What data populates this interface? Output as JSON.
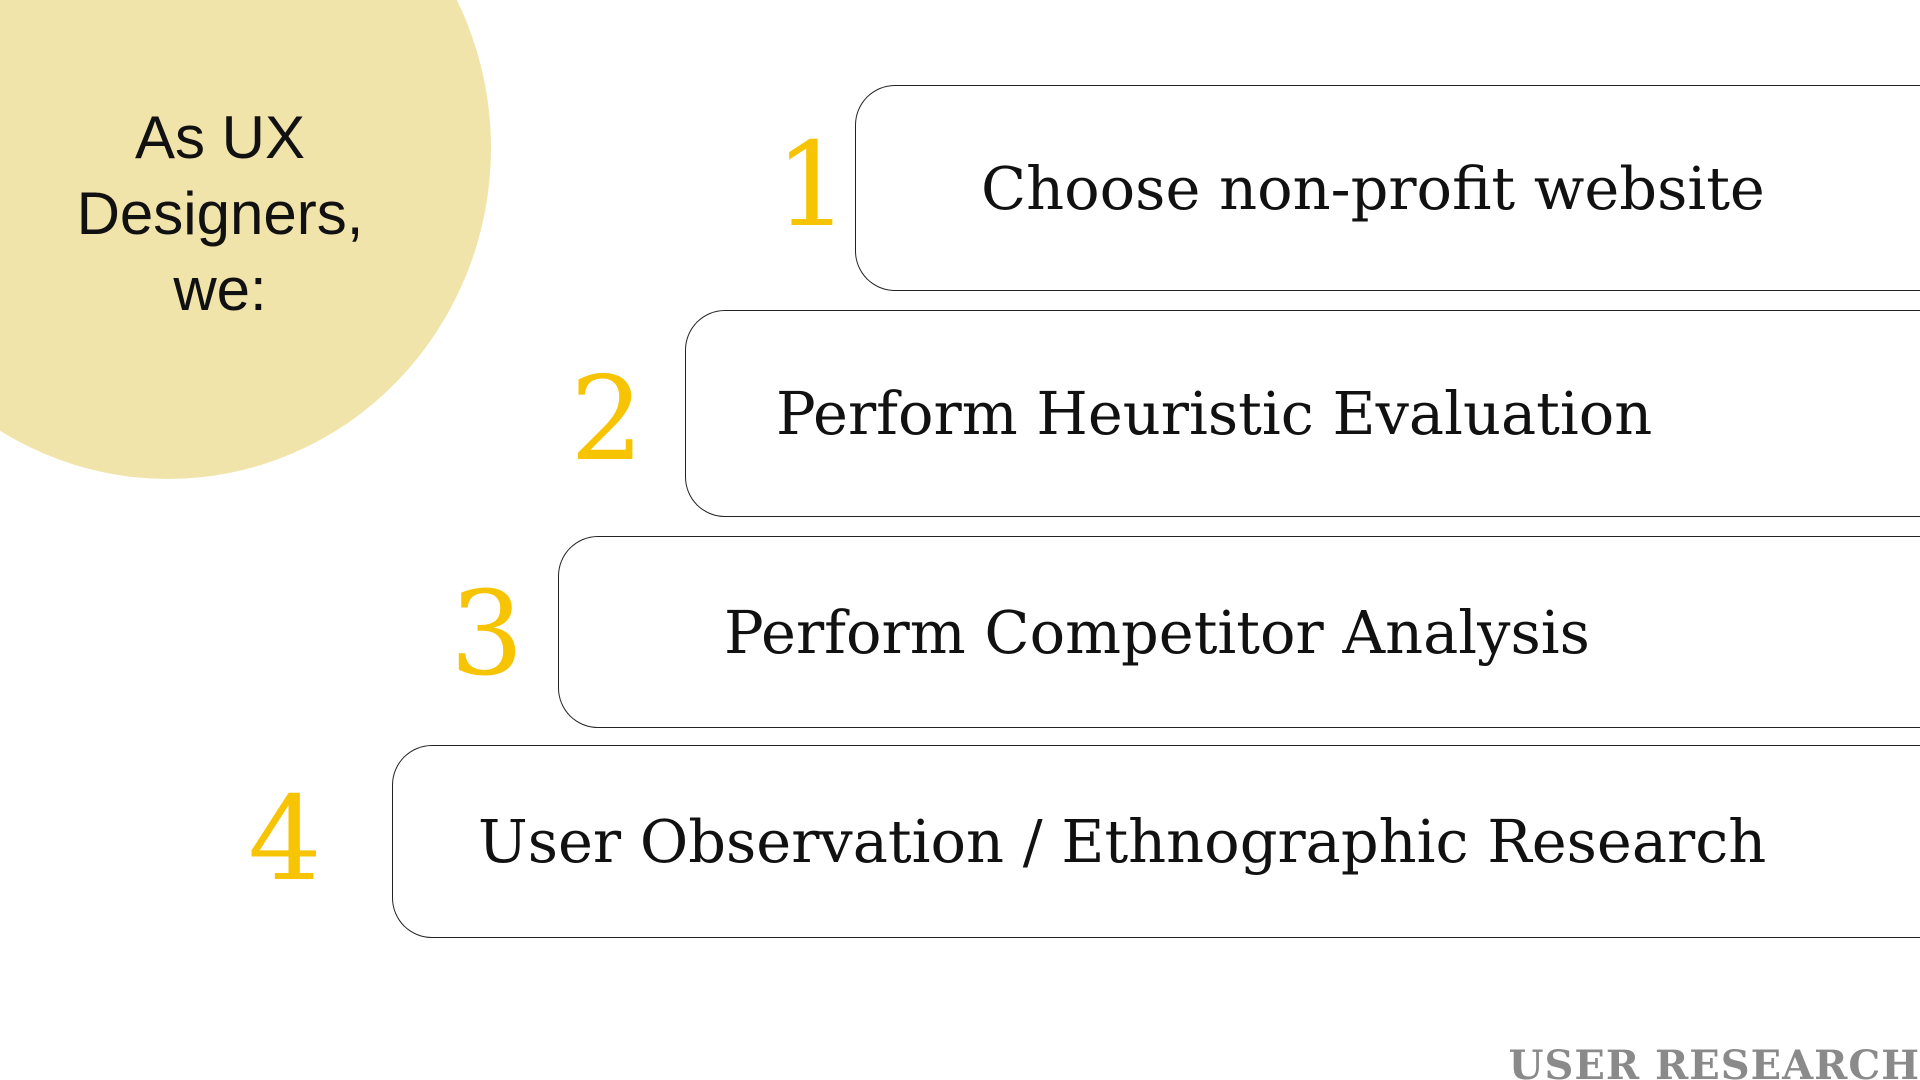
{
  "intro": {
    "lines": [
      "As UX",
      "Designers,",
      "we:"
    ]
  },
  "steps": [
    {
      "number": "1",
      "label": "Choose non-profit website"
    },
    {
      "number": "2",
      "label": "Perform Heuristic Evaluation"
    },
    {
      "number": "3",
      "label": "Perform Competitor Analysis"
    },
    {
      "number": "4",
      "label": "User Observation / Ethnographic Research"
    }
  ],
  "footer": {
    "label": "USER RESEARCH"
  },
  "colors": {
    "accent": "#f6c402",
    "circle": "#f1e4ab",
    "footer": "#8a8a8a"
  }
}
